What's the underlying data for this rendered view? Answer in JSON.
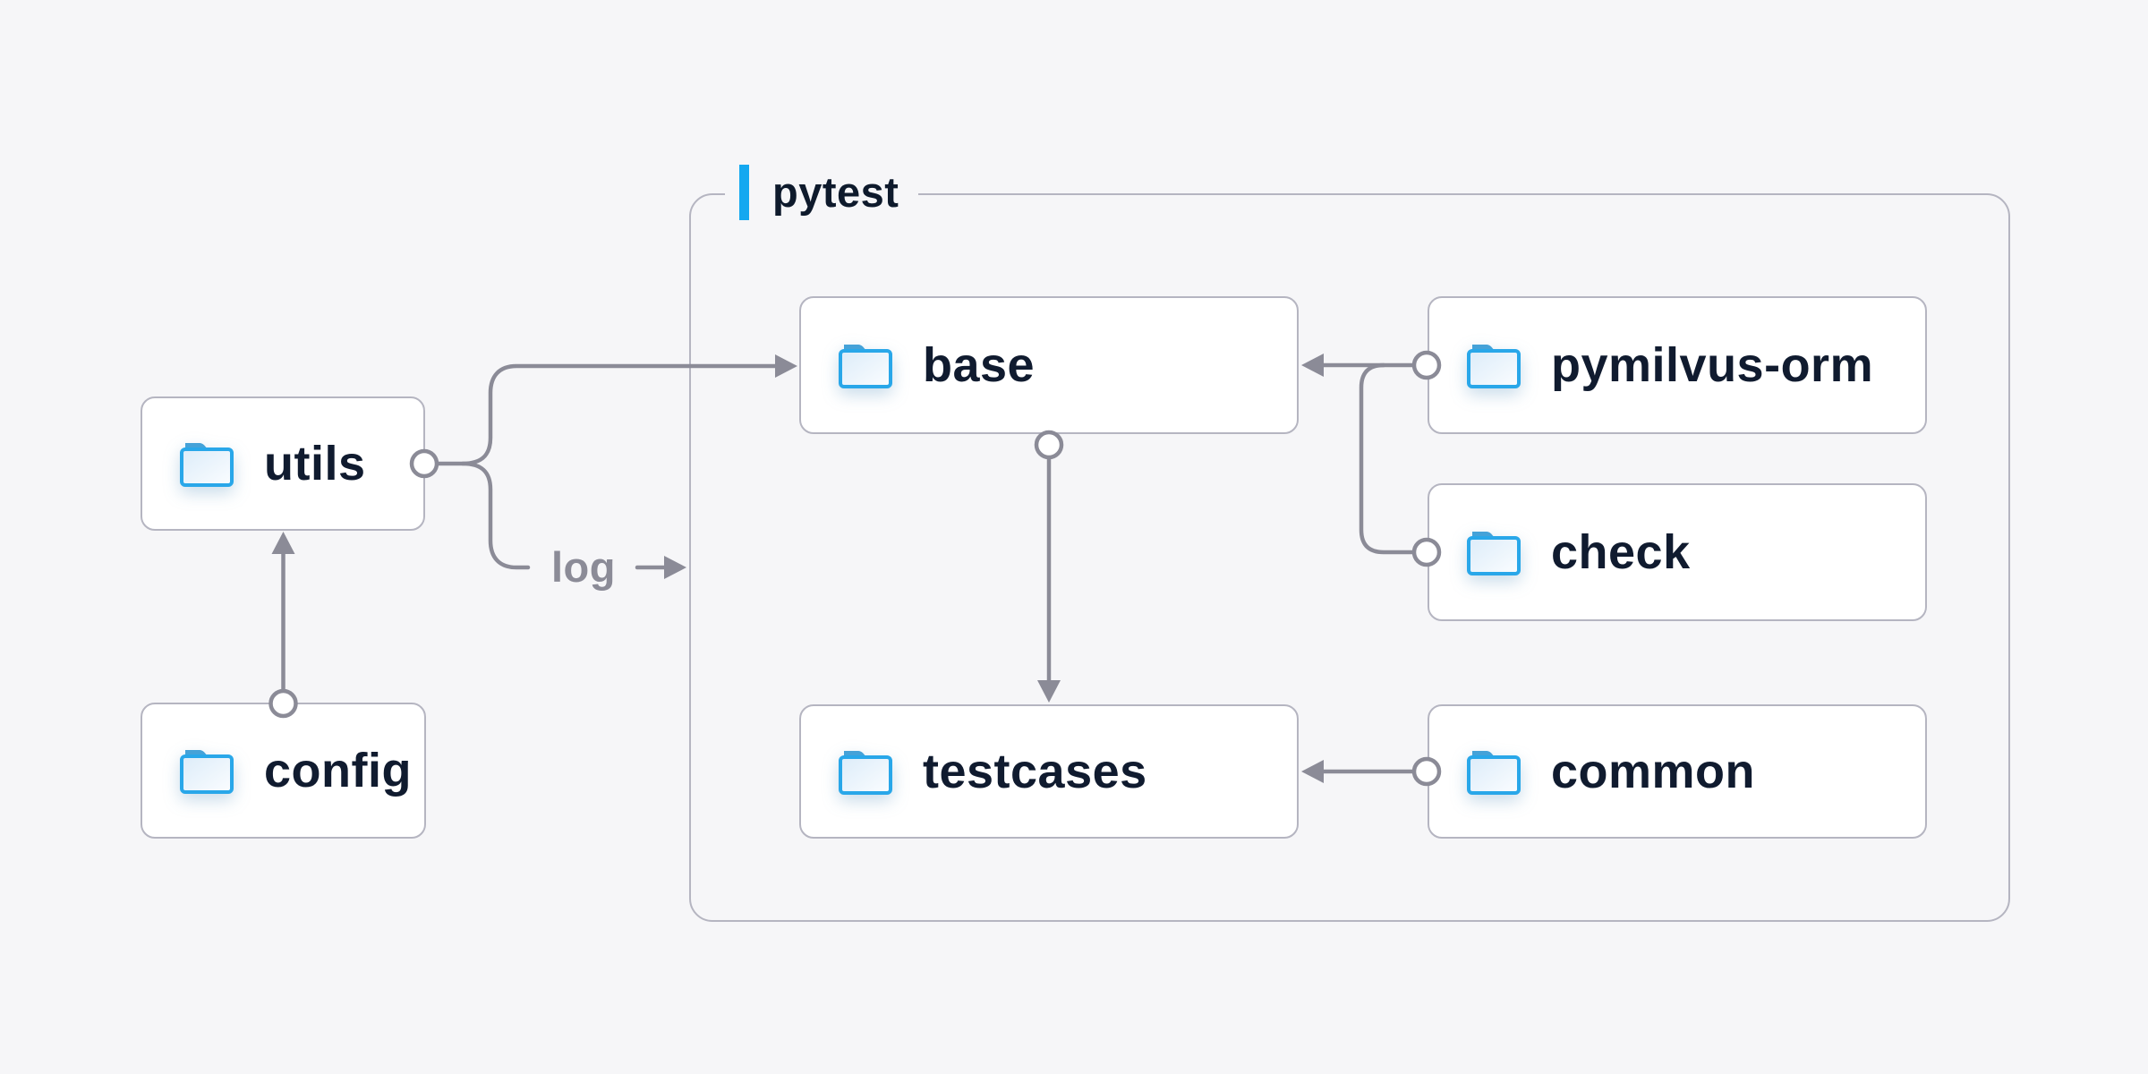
{
  "diagram": {
    "group": {
      "label": "pytest"
    },
    "nodes": [
      {
        "id": "utils",
        "label": "utils",
        "icon": "folder-icon"
      },
      {
        "id": "config",
        "label": "config",
        "icon": "folder-icon"
      },
      {
        "id": "base",
        "label": "base",
        "icon": "folder-icon",
        "group": "pytest"
      },
      {
        "id": "pymilvus-orm",
        "label": "pymilvus-orm",
        "icon": "folder-icon",
        "group": "pytest"
      },
      {
        "id": "check",
        "label": "check",
        "icon": "folder-icon",
        "group": "pytest"
      },
      {
        "id": "testcases",
        "label": "testcases",
        "icon": "folder-icon",
        "group": "pytest"
      },
      {
        "id": "common",
        "label": "common",
        "icon": "folder-icon",
        "group": "pytest"
      }
    ],
    "edges": [
      {
        "from": "config",
        "to": "utils"
      },
      {
        "from": "utils",
        "to": "base"
      },
      {
        "from": "utils",
        "to": "pytest",
        "label": "log"
      },
      {
        "from": "pymilvus-orm",
        "to": "base"
      },
      {
        "from": "check",
        "to": "base"
      },
      {
        "from": "base",
        "to": "testcases"
      },
      {
        "from": "common",
        "to": "testcases"
      }
    ],
    "edge_label": "log",
    "colors": {
      "background": "#f6f6f8",
      "node_background": "#ffffff",
      "node_border": "#b5b5c1",
      "line_gray": "#8b8b97",
      "text_navy": "#101b2f",
      "accent_blue": "#14a8f0",
      "folder_blue": "#29a7e9",
      "folder_tab_blue": "#45a2d8"
    }
  }
}
